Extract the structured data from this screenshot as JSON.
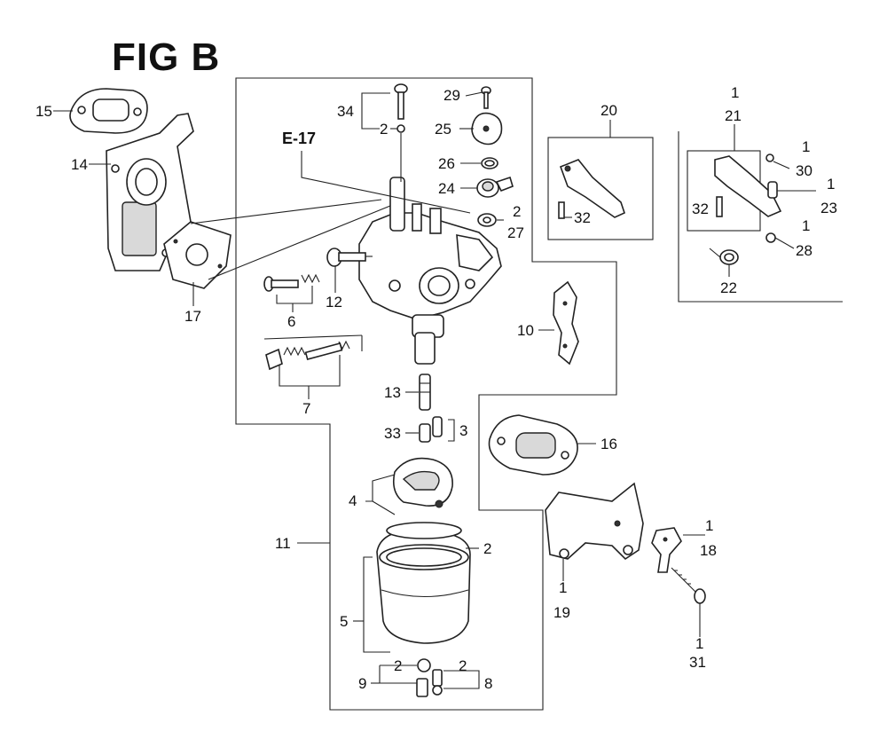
{
  "figure": {
    "title": "FIG B",
    "reference": "E-17"
  },
  "callouts": {
    "c1": "1",
    "c2": "2",
    "c3": "3",
    "c4": "4",
    "c5": "5",
    "c6": "6",
    "c7": "7",
    "c8": "8",
    "c9": "9",
    "c10": "10",
    "c11": "11",
    "c12": "12",
    "c13": "13",
    "c14": "14",
    "c15": "15",
    "c16": "16",
    "c17": "17",
    "c18": "18",
    "c19": "19",
    "c20": "20",
    "c21": "21",
    "c22": "22",
    "c23": "23",
    "c24": "24",
    "c25": "25",
    "c26": "26",
    "c27": "27",
    "c28": "28",
    "c29": "29",
    "c30": "30",
    "c31": "31",
    "c32": "32",
    "c33": "33",
    "c34": "34"
  }
}
